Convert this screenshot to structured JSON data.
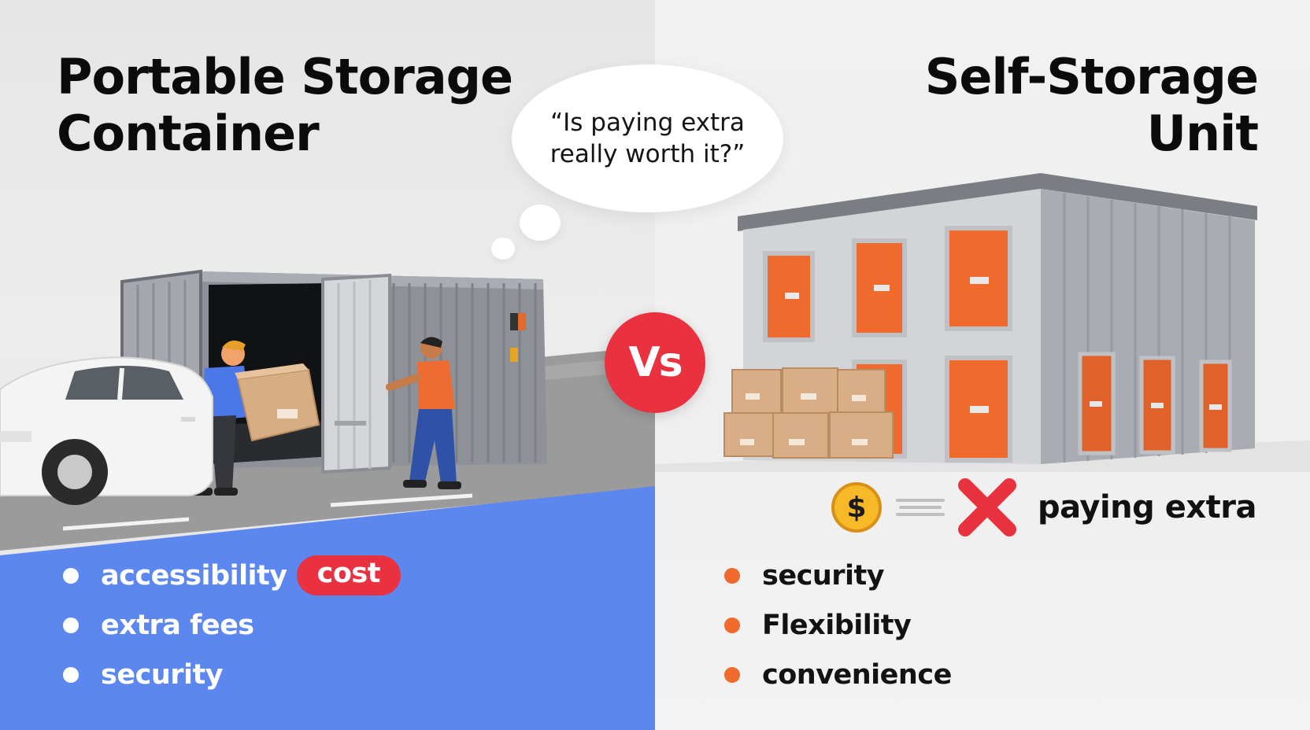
{
  "left": {
    "title": "Portable Storage Container",
    "bullets": [
      "accessibility",
      "extra fees",
      "security"
    ],
    "highlight_badge": "cost",
    "colors": {
      "blue_base": "#5b87ef",
      "bullet": "#ffffff"
    }
  },
  "right": {
    "title": "Self-Storage Unit",
    "bullets": [
      "security",
      "Flexibility",
      "convenience"
    ],
    "equation": {
      "coin_symbol": "$",
      "result_text": "paying extra",
      "icons": [
        "dollar-coin-icon",
        "equals-lines-icon",
        "red-x-icon"
      ]
    },
    "colors": {
      "doors": "#ef6a2c",
      "bullet": "#ef6a2c"
    }
  },
  "thought_bubble": {
    "text": "“Is paying extra really worth it?”"
  },
  "vs_badge": {
    "text": "Vs",
    "color": "#ea3140"
  }
}
